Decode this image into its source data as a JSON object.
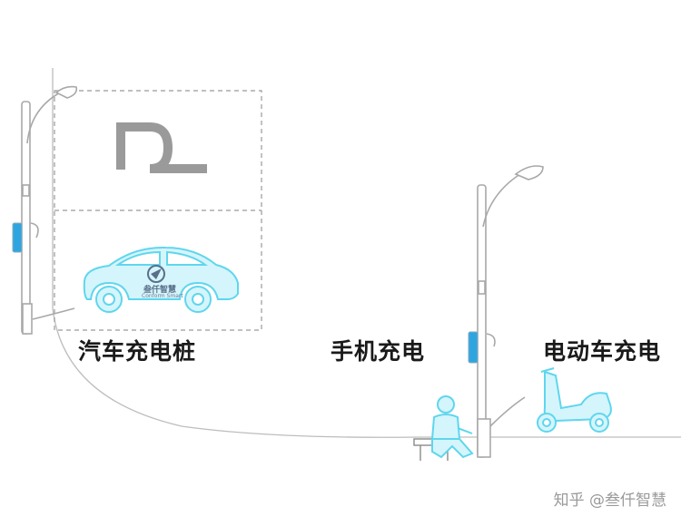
{
  "labels": {
    "car_charging": "汽车充电桩",
    "phone_charging": "手机充电",
    "ebike_charging": "电动车充电"
  },
  "parking_sign": "P",
  "logo": {
    "name": "叁仟智慧",
    "sub": "Conform Smart"
  },
  "watermark": "知乎 @叁仟智慧",
  "colors": {
    "line": "#b9b9b9",
    "accent": "#5fd6ee",
    "accent_fill": "#d4f5fb",
    "screen": "#2fa5e0",
    "text": "#1a1a1a"
  },
  "icons": [
    "street-lamp-icon",
    "parking-p-icon",
    "car-icon",
    "person-icon",
    "bench-icon",
    "scooter-icon"
  ]
}
